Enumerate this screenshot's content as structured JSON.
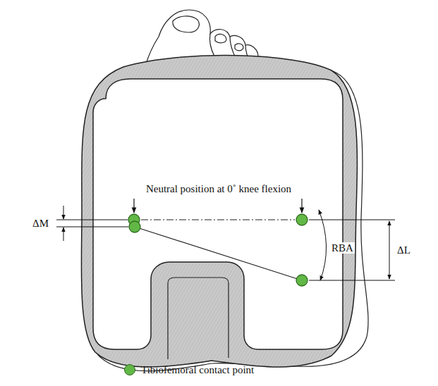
{
  "diagram": {
    "labels": [
      "Neutral position at 0˚ knee flexion",
      "ΔM",
      "RBA",
      "ΔL"
    ],
    "legend": [
      {
        "text": "Tibiofemoral contact point",
        "color": "#62b846"
      }
    ]
  }
}
